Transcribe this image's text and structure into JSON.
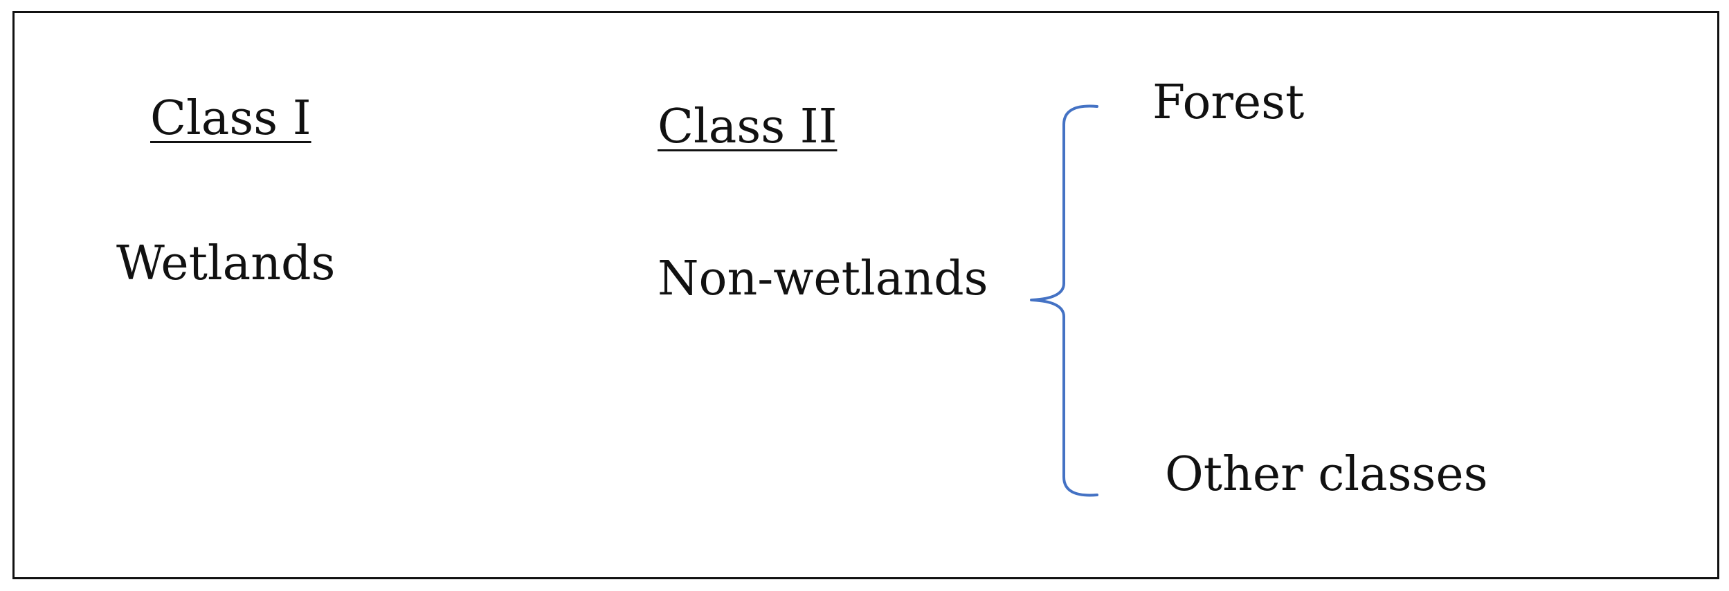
{
  "diagram": {
    "class1": {
      "heading": "Class I",
      "items": [
        "Wetlands"
      ]
    },
    "class2": {
      "heading": "Class II",
      "items": [
        "Non-wetlands"
      ]
    },
    "subclasses": [
      "Forest",
      "Other classes"
    ],
    "brace_color": "#4472C4",
    "frame_color": "#111111"
  }
}
